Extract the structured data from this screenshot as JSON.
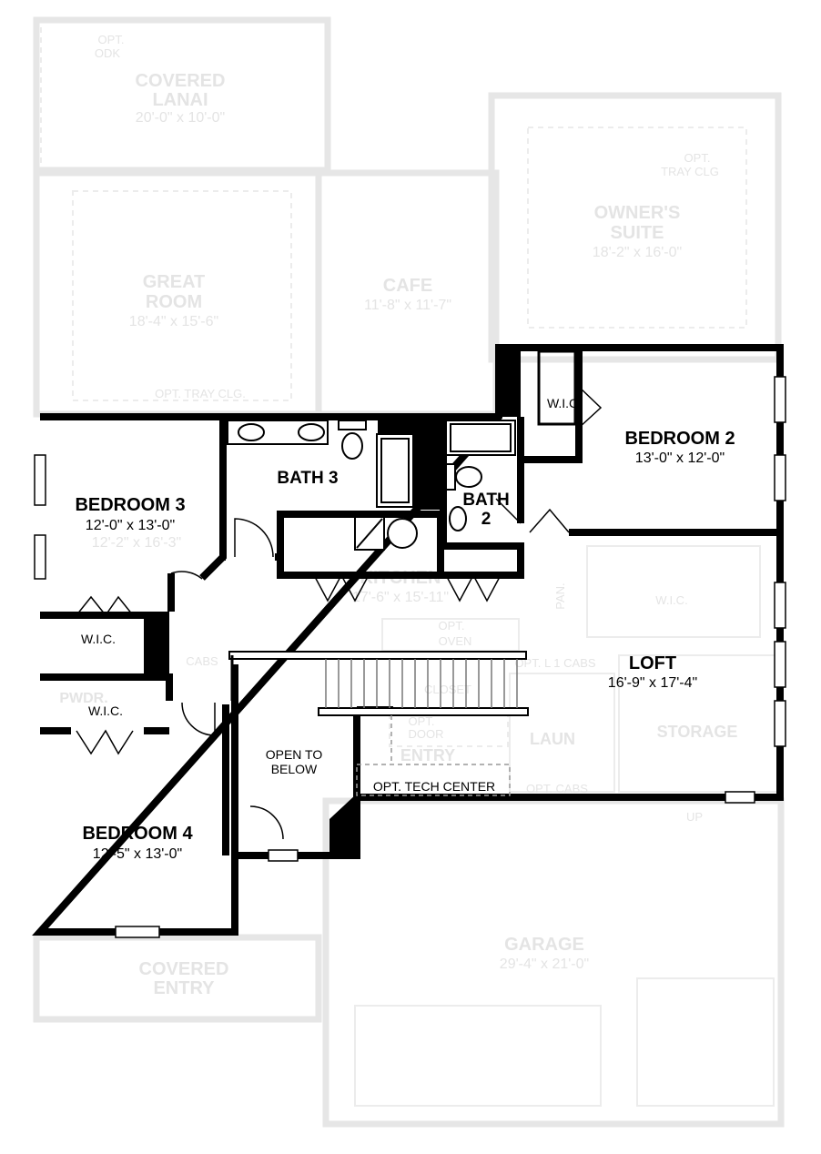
{
  "ghost_labels": {
    "opt_odk_1": "OPT.",
    "opt_odk_2": "ODK",
    "lanai_name_1": "COVERED",
    "lanai_name_2": "LANAI",
    "lanai_dim": "20'-0\" x 10'-0\"",
    "great_room_1": "GREAT",
    "great_room_2": "ROOM",
    "great_room_dim": "18'-4\" x 15'-6\"",
    "opt_tray_great": "OPT. TRAY CLG.",
    "cafe_name": "CAFE",
    "cafe_dim": "11'-8\" x 11'-7\"",
    "owner_tray_1": "OPT.",
    "owner_tray_2": "TRAY CLG",
    "owner_name_1": "OWNER'S",
    "owner_name_2": "SUITE",
    "owner_dim": "18'-2\" x 16'-0\"",
    "bedroom3_alt_dim": "12'-2\" x 16'-3\"",
    "kitchen_name": "KITCHEN",
    "kitchen_dim": "17'-6\" x 15'-11\"",
    "pan": "PAN.",
    "wic_owner": "W.I.C.",
    "opt_oven_1": "OPT.",
    "opt_oven_2": "OVEN",
    "cabs_left": "CABS",
    "opt_l1_cabs": "OPT. L 1 CABS",
    "pwdr": "PWDR.",
    "closet": "CLOSET",
    "opt_door_1": "OPT.",
    "opt_door_2": "DOOR",
    "entry": "ENTRY",
    "laun": "LAUN",
    "storage": "STORAGE",
    "opt_cabs": "OPT. CABS",
    "up": "UP",
    "covered_entry_1": "COVERED",
    "covered_entry_2": "ENTRY",
    "garage_name": "GARAGE",
    "garage_dim": "29'-4\" x 21'-0\""
  },
  "rooms": {
    "bedroom2": {
      "name": "BEDROOM 2",
      "dim": "13'-0\" x 12'-0\""
    },
    "bedroom3": {
      "name": "BEDROOM 3",
      "dim": "12'-0\" x 13'-0\""
    },
    "bedroom4": {
      "name": "BEDROOM 4",
      "dim": "12'-5\" x 13'-0\""
    },
    "bath3": {
      "name": "BATH 3"
    },
    "bath2": {
      "name_1": "BATH",
      "name_2": "2"
    },
    "loft": {
      "name": "LOFT",
      "dim": "16'-9\" x 17'-4\""
    },
    "wic_bed2": "W.I.C.",
    "wic_bed3": "W.I.C.",
    "wic_bed4": "W.I.C.",
    "open_below_1": "OPEN TO",
    "open_below_2": "BELOW",
    "opt_tech_center": "OPT. TECH CENTER"
  },
  "colors": {
    "wall": "#000000",
    "ghost": "#e4e4e4",
    "background": "#ffffff"
  }
}
